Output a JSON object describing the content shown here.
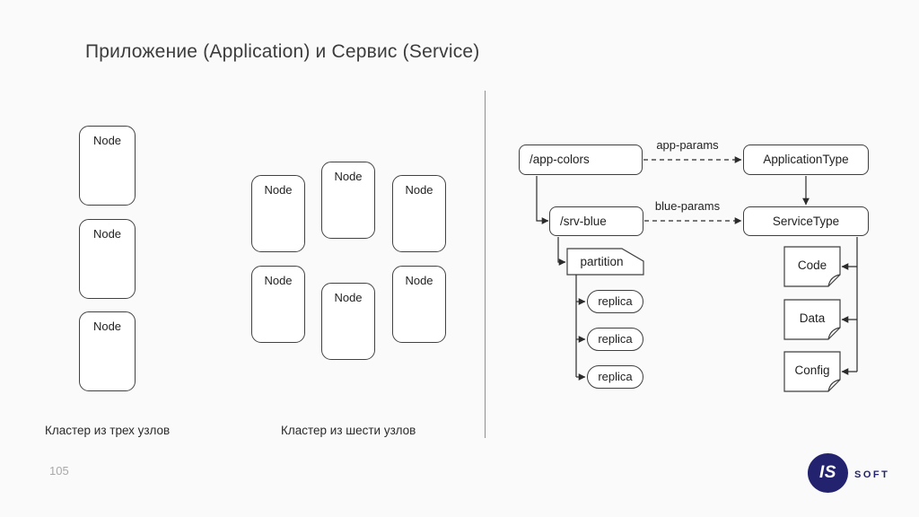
{
  "slide": {
    "title": "Приложение (Application) и Сервис (Service)",
    "page_number": "105"
  },
  "clusters": {
    "three": {
      "caption": "Кластер из трех узлов",
      "nodes": [
        {
          "label": "Node"
        },
        {
          "label": "Node"
        },
        {
          "label": "Node"
        }
      ]
    },
    "six": {
      "caption": "Кластер из шести узлов",
      "nodes": [
        {
          "label": "Node"
        },
        {
          "label": "Node"
        },
        {
          "label": "Node"
        },
        {
          "label": "Node"
        },
        {
          "label": "Node"
        },
        {
          "label": "Node"
        }
      ]
    }
  },
  "diagram": {
    "znode_app": {
      "label": "/app-colors"
    },
    "application_type": {
      "label": "ApplicationType"
    },
    "znode_srv": {
      "label": "/srv-blue"
    },
    "service_type": {
      "label": "ServiceType"
    },
    "edges": {
      "app_params": "app-params",
      "blue_params": "blue-params"
    },
    "partition": {
      "label": "partition"
    },
    "replicas": [
      {
        "label": "replica"
      },
      {
        "label": "replica"
      },
      {
        "label": "replica"
      }
    ],
    "documents": [
      {
        "label": "Code"
      },
      {
        "label": "Data"
      },
      {
        "label": "Config"
      }
    ]
  },
  "logo": {
    "monogram": "IS",
    "text": "SOFT"
  },
  "colors": {
    "background": "#fafafa",
    "shape_border": "#3f3f3f",
    "connector": "#2b2b2b",
    "divider": "#8f8f8f",
    "logo_navy": "#22226e"
  }
}
